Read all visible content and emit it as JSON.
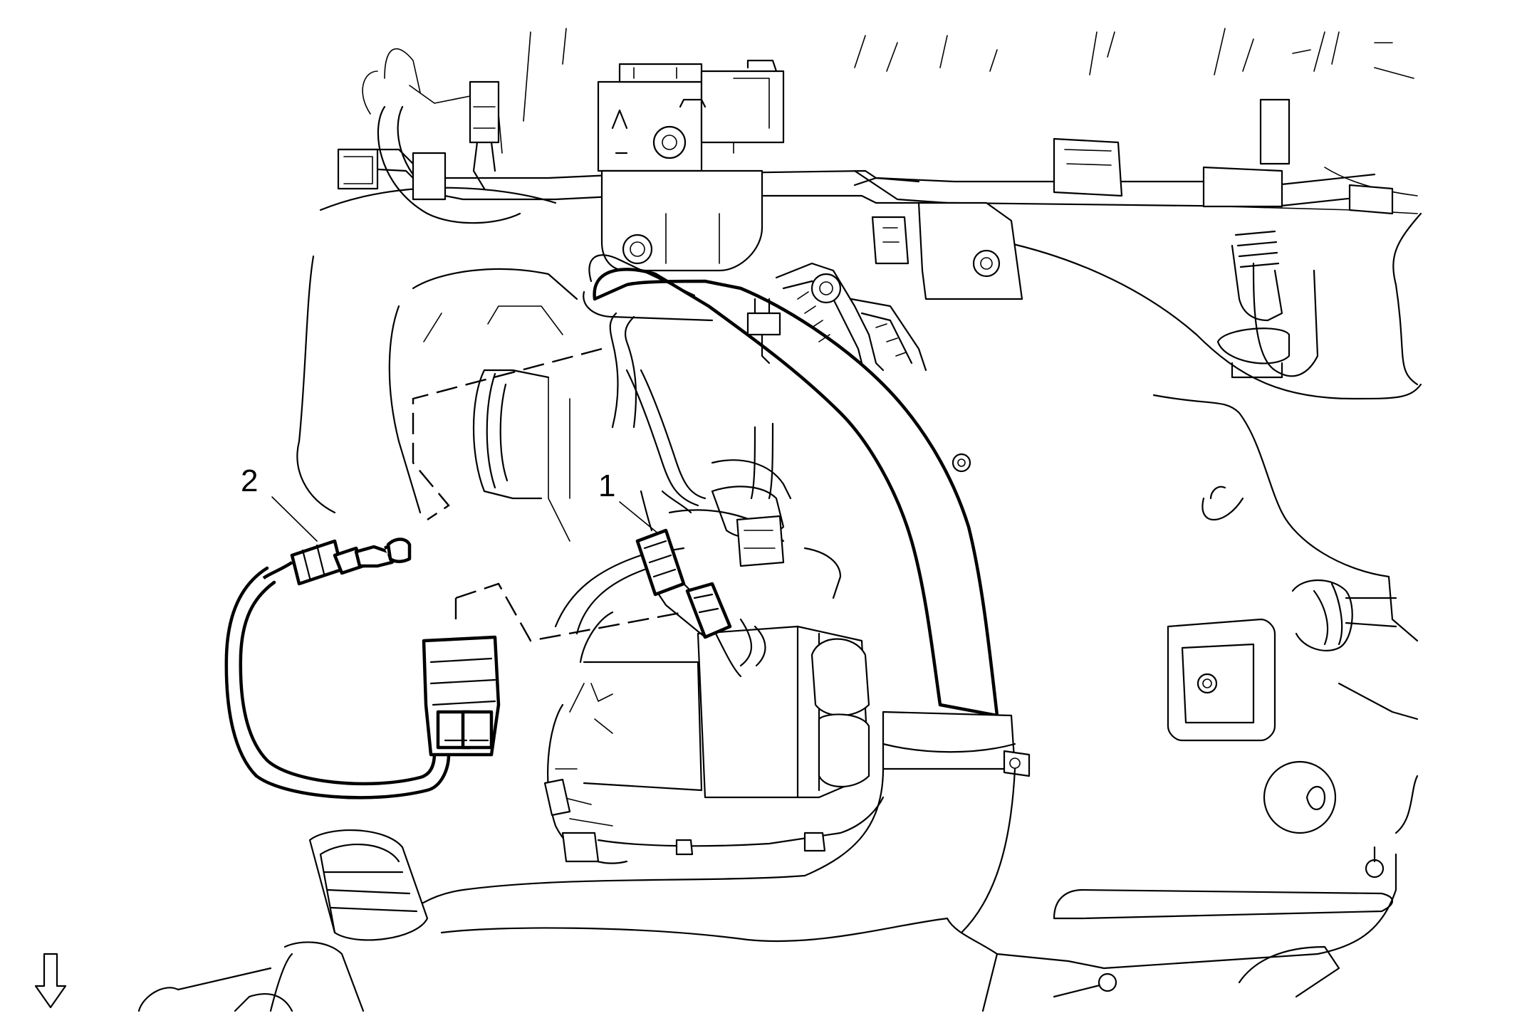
{
  "callouts": [
    {
      "number": "1",
      "part": "connector"
    },
    {
      "number": "2",
      "part": "sensor"
    }
  ],
  "icons": {
    "view_arrow": "down-arrow-icon"
  }
}
